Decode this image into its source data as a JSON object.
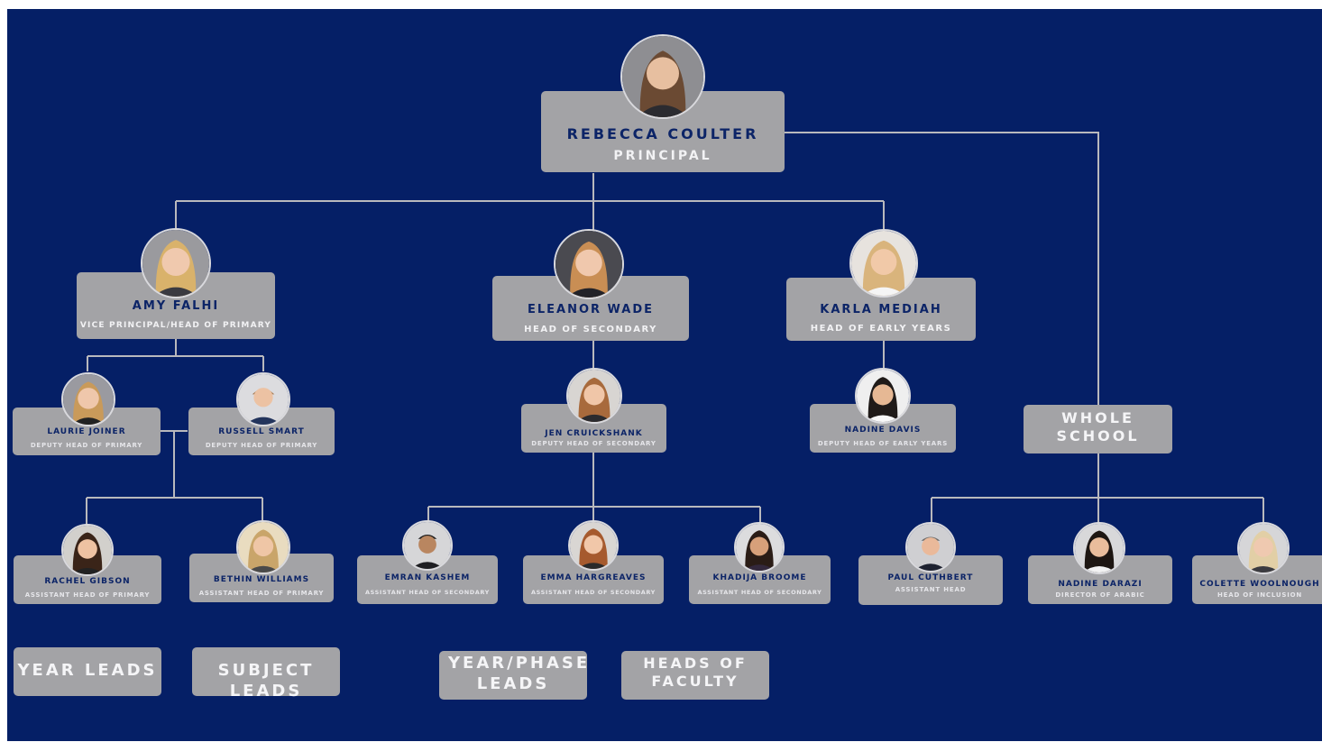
{
  "principal": {
    "name": "REBECCA COULTER",
    "role": "PRINCIPAL"
  },
  "amy": {
    "name": "AMY FALHI",
    "role": "VICE PRINCIPAL/HEAD OF PRIMARY"
  },
  "eleanor": {
    "name": "ELEANOR WADE",
    "role": "HEAD OF SECONDARY"
  },
  "karla": {
    "name": "KARLA MEDIAH",
    "role": "HEAD OF EARLY YEARS"
  },
  "whole_school": {
    "label": "WHOLE SCHOOL"
  },
  "laurie": {
    "name": "LAURIE JOINER",
    "role": "DEPUTY HEAD OF PRIMARY"
  },
  "russell": {
    "name": "RUSSELL SMART",
    "role": "DEPUTY HEAD OF PRIMARY"
  },
  "jen": {
    "name": "JEN CRUICKSHANK",
    "role": "DEPUTY HEAD OF SECONDARY"
  },
  "nadine_davis": {
    "name": "NADINE DAVIS",
    "role": "DEPUTY HEAD OF EARLY YEARS"
  },
  "rachel": {
    "name": "RACHEL GIBSON",
    "role": "ASSISTANT HEAD OF PRIMARY"
  },
  "bethin": {
    "name": "BETHIN WILLIAMS",
    "role": "ASSISTANT HEAD OF PRIMARY"
  },
  "emran": {
    "name": "EMRAN KASHEM",
    "role": "ASSISTANT HEAD OF SECONDARY"
  },
  "emma": {
    "name": "EMMA HARGREAVES",
    "role": "ASSISTANT HEAD OF SECONDARY"
  },
  "khadija": {
    "name": "KHADIJA BROOME",
    "role": "ASSISTANT HEAD OF SECONDARY"
  },
  "paul": {
    "name": "PAUL CUTHBERT",
    "role": "ASSISTANT HEAD"
  },
  "nadine_darazi": {
    "name": "NADINE DARAZI",
    "role": "DIRECTOR OF ARABIC"
  },
  "colette": {
    "name": "COLETTE WOOLNOUGH",
    "role": "HEAD OF INCLUSION"
  },
  "groups": {
    "year_leads": "YEAR LEADS",
    "subject_leads": "SUBJECT LEADS",
    "year_phase_leads": "YEAR/PHASE LEADS",
    "heads_of_faculty": "HEADS OF FACULTY"
  },
  "colors": {
    "background": "#051f66",
    "card": "#a3a3a6",
    "name_text": "#0c2467",
    "role_text": "#f2f2f4",
    "connector": "#b9b9bd"
  }
}
